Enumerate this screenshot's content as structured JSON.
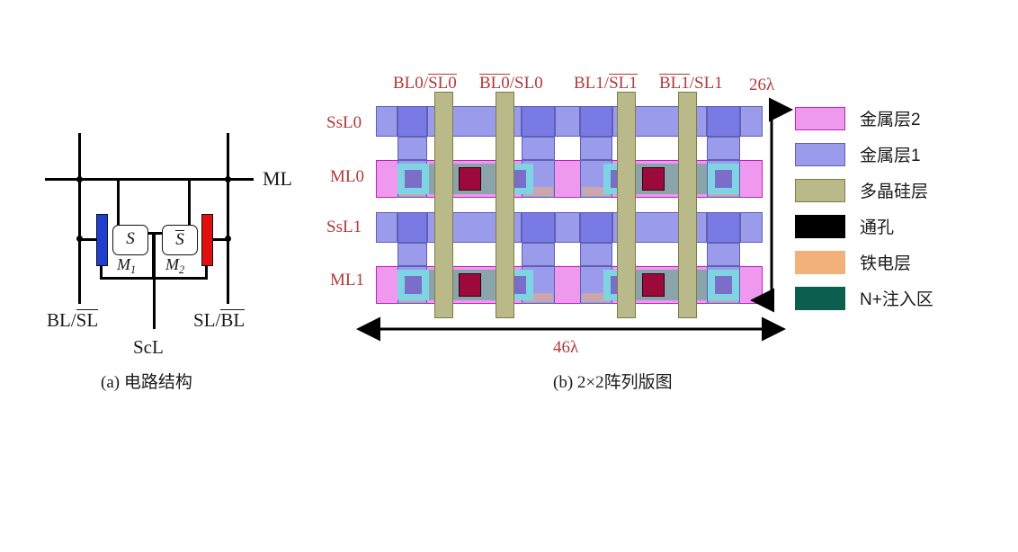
{
  "figure": {
    "panel_a": {
      "caption": "(a) 电路结构",
      "title_ml": "ML",
      "label_scl": "ScL",
      "label_left_bl": "BL/",
      "label_left_bl_bar": "SL",
      "label_right_sl": "SL/",
      "label_right_sl_bar": "BL",
      "fet1_symbol": "S",
      "fet1_name": "M",
      "fet1_sub": "1",
      "fet2_symbol": "S",
      "fet2_name": "M",
      "fet2_sub": "2",
      "cap_left_color": "#1f3fd0",
      "cap_right_color": "#e01010"
    },
    "panel_b": {
      "caption": "(b) 2×2阵列版图",
      "column_labels": [
        {
          "pre": "BL0/",
          "over": "SL0"
        },
        {
          "pre": "",
          "over": "BL0",
          "post": "/SL0"
        },
        {
          "pre": "BL1/",
          "over": "SL1"
        },
        {
          "pre": "",
          "over": "BL1",
          "post": "/SL1"
        }
      ],
      "row_labels": [
        "SsL0",
        "ML0",
        "SsL1",
        "ML1"
      ],
      "dim_height": "26λ",
      "dim_width": "46λ",
      "label_color": "#b03a3a"
    },
    "legend": {
      "items": [
        {
          "label": "金属层2",
          "color": "#ee99ee",
          "border": "#c11fc1"
        },
        {
          "label": "金属层1",
          "color": "#9b9bec",
          "border": "#5f5fb4"
        },
        {
          "label": "多晶硅层",
          "color": "#b9b98a",
          "border": "#7d7d45"
        },
        {
          "label": "通孔",
          "color": "#000000",
          "border": "#000000"
        },
        {
          "label": "铁电层",
          "color": "#f2b07a",
          "border": "#f2b07a"
        },
        {
          "label": "N+注入区",
          "color": "#0c5f4e",
          "border": "#0c5f4e"
        }
      ]
    }
  }
}
